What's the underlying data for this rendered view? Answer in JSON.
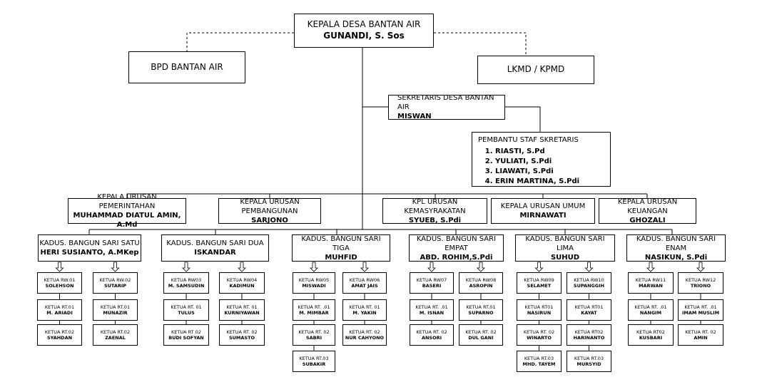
{
  "head": {
    "title": "KEPALA DESA BANTAN AIR",
    "name": "GUNANDI, S. Sos"
  },
  "bpd": {
    "label": "BPD BANTAN AIR"
  },
  "lkmd": {
    "label": "LKMD / KPMD"
  },
  "sekretaris": {
    "title": "SEKRETARIS DESA BANTAN AIR",
    "name": "MISWAN"
  },
  "pembantu": {
    "title": "PEMBANTU STAF SKRETARIS",
    "items": [
      "RIASTI, S.Pd",
      "YULIATI, S.Pdi",
      "LIAWATI, S.Pdi",
      "ERIN MARTINA, S.Pdi"
    ]
  },
  "urusan": [
    {
      "title": "KEPALA URUSAN PEMERINTAHAN",
      "name": "MUHAMMAD DIATUL AMIN, A.Md"
    },
    {
      "title": "KEPALA URUSAN PEMBANGUNAN",
      "name": "SARJONO"
    },
    {
      "title": "KPL URUSAN KEMASYRAKATAN",
      "name": "SYUEB, S.Pdi"
    },
    {
      "title": "KEPALA URUSAN UMUM",
      "name": "MIRNAWATI"
    },
    {
      "title": "KEPALA URUSAN KEUANGAN",
      "name": "GHOZALI"
    }
  ],
  "kadus": [
    {
      "title": "KADUS. BANGUN SARI SATU",
      "name": "HERI SUSIANTO, A.MKep"
    },
    {
      "title": "KADUS. BANGUN SARI DUA",
      "name": "ISKANDAR"
    },
    {
      "title": "KADUS. BANGUN SARI TIGA",
      "name": "MUHFID"
    },
    {
      "title": "KADUS. BANGUN SARI EMPAT",
      "name": "ABD. ROHIM,S.Pdi"
    },
    {
      "title": "KADUS. BANGUN SARI LIMA",
      "name": "SUHUD"
    },
    {
      "title": "KADUS. BANGUN SARI ENAM",
      "name": "NASIKUN, S.Pdi"
    }
  ],
  "units": [
    [
      [
        {
          "t": "KETUA RW.01",
          "n": "SOLEHSON"
        },
        {
          "t": "KETUA RT.01",
          "n": "M. ARIADI"
        },
        {
          "t": "KETUA RT.02",
          "n": "SYAHDAN"
        }
      ],
      [
        {
          "t": "KETUA RW.02",
          "n": "SUTARIP"
        },
        {
          "t": "KETUA RT.01",
          "n": "MUNAZIR"
        },
        {
          "t": "KETUA RT.02",
          "n": "ZAENAL"
        }
      ]
    ],
    [
      [
        {
          "t": "KETUA RW03",
          "n": "M. SAMSUDIN"
        },
        {
          "t": "KETUA RT. 01",
          "n": "TULUS"
        },
        {
          "t": "KETUA RT 02",
          "n": "BUDI SOFYAN"
        }
      ],
      [
        {
          "t": "KETUA RW04",
          "n": "KADIMUN"
        },
        {
          "t": "KETUA RT. 01",
          "n": "KURNIYAWAN"
        },
        {
          "t": "KETUA RT. 02",
          "n": "SUMASTO"
        }
      ]
    ],
    [
      [
        {
          "t": "KETUA RW05",
          "n": "MISWADI"
        },
        {
          "t": "KETUA RT. .01",
          "n": "M. MIMBAR"
        },
        {
          "t": "KETUA RT. 02",
          "n": "SABRI"
        },
        {
          "t": "KETUA RT.03",
          "n": "SUBAKIR"
        }
      ],
      [
        {
          "t": "KETUA RW06",
          "n": "AMAT JAIS"
        },
        {
          "t": "KETUA RT. 01",
          "n": "M. YAKIN"
        },
        {
          "t": "KETUA RT. 02",
          "n": "NUR CAHYONO"
        }
      ]
    ],
    [
      [
        {
          "t": "KETUA RW07",
          "n": "BASERI"
        },
        {
          "t": "KETUA RT. .01",
          "n": "M. ISNAN"
        },
        {
          "t": "KETUA RT. 02",
          "n": "ANSORI"
        }
      ],
      [
        {
          "t": "KETUA RW08",
          "n": "ASROPIN"
        },
        {
          "t": "KETUA RT.01",
          "n": "SUPARNO"
        },
        {
          "t": "KETUA RT. 02",
          "n": "DUL GANI"
        }
      ]
    ],
    [
      [
        {
          "t": "KETUA RW09",
          "n": "SELAMET"
        },
        {
          "t": "KETUA RT01",
          "n": "NASIRUN"
        },
        {
          "t": "KETUA RT. 02",
          "n": "WINARTO"
        },
        {
          "t": "KETUA RT.03",
          "n": "MHD. TAYEM"
        }
      ],
      [
        {
          "t": "KETUA RW10",
          "n": "SUPANGGIH"
        },
        {
          "t": "KETUA RT01",
          "n": "KAYAT"
        },
        {
          "t": "KETUA RT02",
          "n": "HARINANTO"
        },
        {
          "t": "KETUA RT.03",
          "n": "MURSYID"
        }
      ]
    ],
    [
      [
        {
          "t": "KETUA RW11",
          "n": "MARWAN"
        },
        {
          "t": "KETUA RT. .01",
          "n": "NANGIM"
        },
        {
          "t": "KETUA RT02",
          "n": "KUSBARI"
        }
      ],
      [
        {
          "t": "KETUA RW12",
          "n": "TRIONO"
        },
        {
          "t": "KETUA RT. .01",
          "n": "IMAM MUSLIM"
        },
        {
          "t": "KETUA RT. 02",
          "n": "AMIN"
        }
      ]
    ]
  ]
}
